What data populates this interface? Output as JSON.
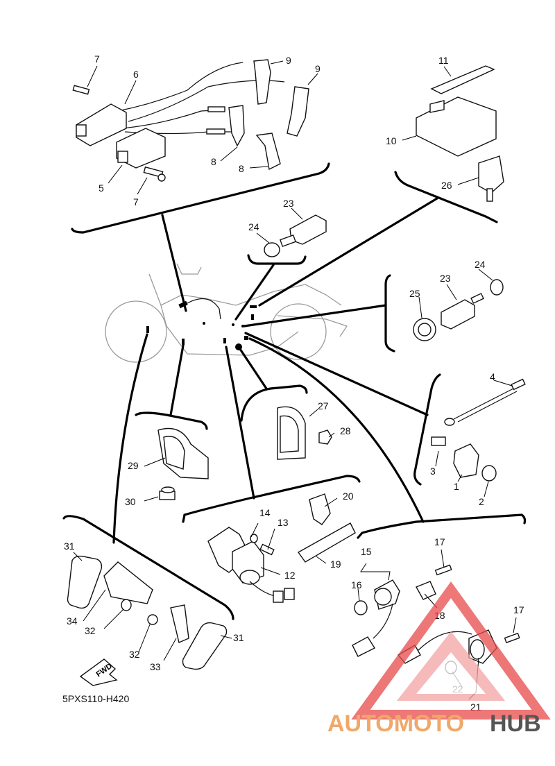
{
  "diagram": {
    "code": "5PXS110-H420",
    "fwd_label": "FWD",
    "callouts": {
      "c1": "1",
      "c2": "2",
      "c3": "3",
      "c4": "4",
      "c5": "5",
      "c6": "6",
      "c7a": "7",
      "c7b": "7",
      "c8a": "8",
      "c8b": "8",
      "c9a": "9",
      "c9b": "9",
      "c10": "10",
      "c11": "11",
      "c12": "12",
      "c13": "13",
      "c14": "14",
      "c15": "15",
      "c16": "16",
      "c17a": "17",
      "c17b": "17",
      "c18": "18",
      "c19": "19",
      "c20": "20",
      "c21": "21",
      "c22": "22",
      "c23a": "23",
      "c23b": "23",
      "c24a": "24",
      "c24b": "24",
      "c25": "25",
      "c26": "26",
      "c27": "27",
      "c28": "28",
      "c29": "29",
      "c30": "30",
      "c31a": "31",
      "c31b": "31",
      "c32a": "32",
      "c32b": "32",
      "c33": "33",
      "c34": "34"
    }
  },
  "watermark": {
    "part1": "AUTOMOTO",
    "part2": "HUB",
    "color_primary": "#f0a86a",
    "color_secondary": "#555555",
    "triangle_color": "#e84a4a"
  }
}
